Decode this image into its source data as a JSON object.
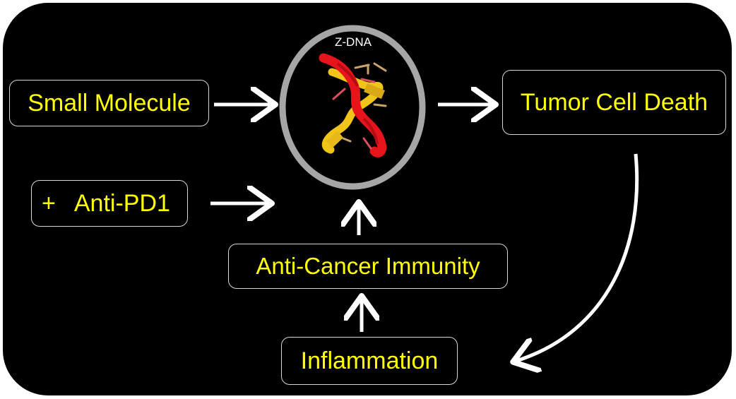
{
  "nodes": {
    "small_molecule": "Small Molecule",
    "anti_pd1_plus": "+",
    "anti_pd1": "Anti-PD1",
    "tumor_cell_death": "Tumor Cell Death",
    "anti_cancer_immunity": "Anti-Cancer Immunity",
    "inflammation": "Inflammation"
  },
  "center": {
    "label": "Z-DNA"
  },
  "colors": {
    "background": "#000000",
    "text": "#ffff00",
    "ring": "#a6a6a6",
    "arrow": "#ffffff",
    "strand_primary": "#e8141c",
    "strand_secondary": "#f0c419"
  }
}
